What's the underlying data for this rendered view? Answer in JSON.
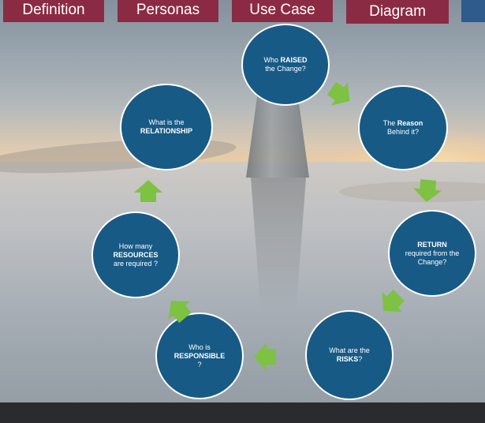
{
  "tabs": [
    {
      "label": "Definition"
    },
    {
      "label": "Personas"
    },
    {
      "label": "Use Case"
    },
    {
      "label": "Diagram"
    },
    {
      "label": ""
    }
  ],
  "nodes": [
    {
      "line1": "Who ",
      "bold": "RAISED",
      "line2": "the Change?"
    },
    {
      "line1": "The ",
      "bold": "Reason",
      "line2": "Behind it?"
    },
    {
      "line1": "",
      "bold": "RETURN",
      "line2": "required from the Change?"
    },
    {
      "line1": "What are the",
      "bold": "RISKS",
      "line2": "?"
    },
    {
      "line1": "Who is",
      "bold": "RESPONSIBLE",
      "line2": "?"
    },
    {
      "line1": "How many",
      "bold": "RESOURCES",
      "line2": "are required ?"
    },
    {
      "line1": "What is the",
      "bold": "RELATIONSHIP",
      "line2": ""
    }
  ],
  "colors": {
    "circle": "#175a86",
    "arrow": "#7dc242",
    "tab_red": "#8b2b43",
    "tab_blue": "#2e5b8c"
  }
}
